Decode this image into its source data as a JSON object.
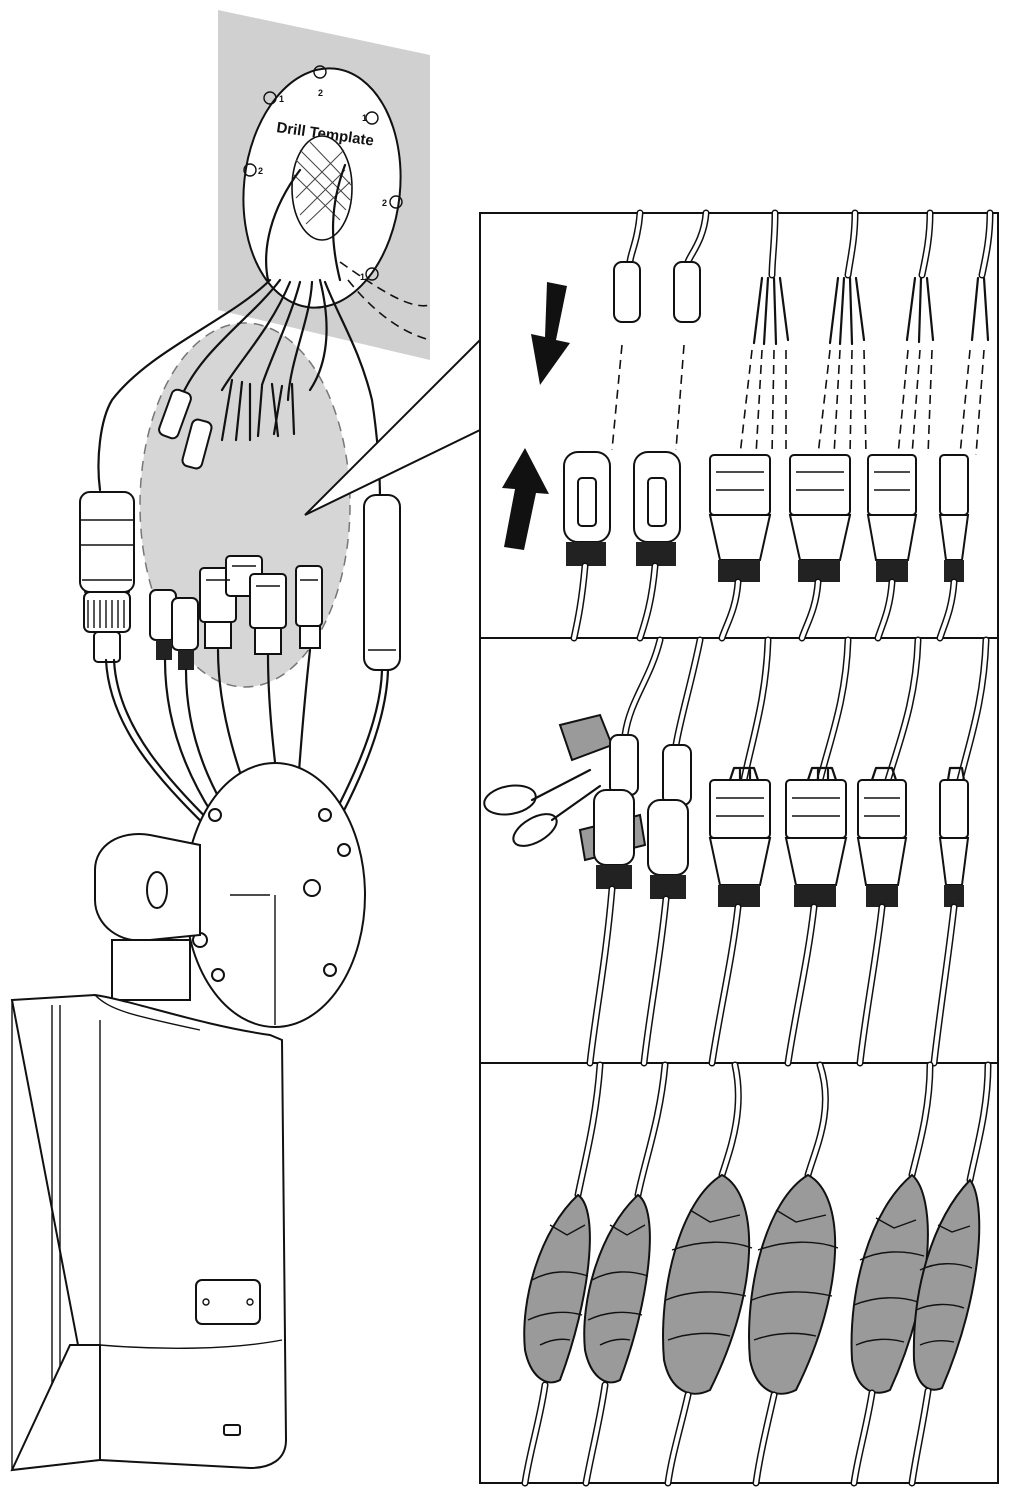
{
  "template": {
    "title": "Drill Template",
    "hole_labels": [
      "1",
      "2",
      "1",
      "2",
      "2",
      "1"
    ]
  },
  "panels": [
    {
      "name": "connect"
    },
    {
      "name": "tape-wrap"
    },
    {
      "name": "sealed"
    }
  ],
  "colors": {
    "line": "#111111",
    "wall": "#d0d0d0",
    "highlight": "#d6d6d6",
    "tape": "#9a9a9a"
  },
  "icons": [
    "arrow-down-icon",
    "arrow-up-icon",
    "scissors-icon"
  ]
}
